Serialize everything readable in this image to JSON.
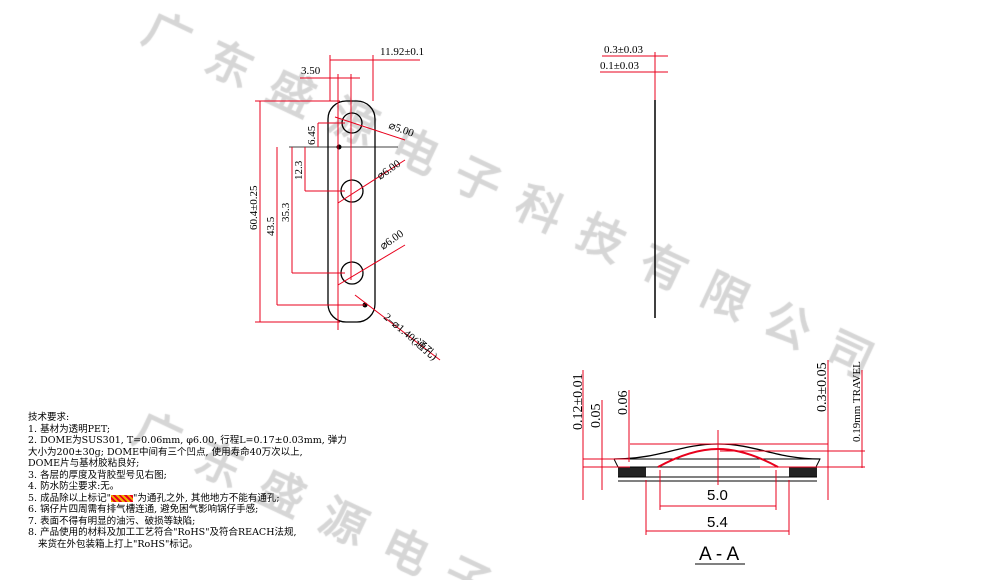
{
  "watermark": {
    "row1": [
      "广",
      "东",
      "盛",
      "源",
      "电",
      "子",
      "科",
      "技",
      "有",
      "限",
      "公",
      "司"
    ],
    "row2": [
      "广",
      "东",
      "盛",
      "源",
      "电",
      "子"
    ]
  },
  "top_view": {
    "width_dim": "11.92±0.1",
    "offset_dim": "3.50",
    "length_dim": "60.4±0.25",
    "dim_43": "43.5",
    "dim_35": "35.3",
    "dim_12": "12.3",
    "dim_6": "6.45",
    "hole1": "⌀5.00",
    "hole2": "⌀6.00",
    "hole3": "⌀6.00",
    "vent": "2–⌀1.40(通孔)"
  },
  "side_view": {
    "total": "0.3±0.03",
    "layer": "0.1±0.03"
  },
  "section": {
    "d1": "0.12±0.01",
    "d2": "0.05",
    "d3": "0.06",
    "d4": "0.3±0.05",
    "travel": "0.19mm TRAVEL",
    "w1": "5.0",
    "w2": "5.4",
    "title": "A - A"
  },
  "notes": {
    "title": "技术要求:",
    "l1": "1. 基材为透明PET;",
    "l2": "2. DOME为SUS301, T=0.06mm, φ6.00, 行程L=0.17±0.03mm, 弹力",
    "l2b": "大小为200±30g; DOME中间有三个凹点, 使用寿命40万次以上,",
    "l2c": "DOME片与基材胶粘良好;",
    "l3": "3. 各层的厚度及背胶型号见右图;",
    "l4": "4. 防水防尘要求:无。",
    "l5a": "5. 成品除以上标记\"",
    "l5b": "\"为通孔之外, 其他地方不能有通孔;",
    "l6": "6. 锅仔片四周需有排气槽连通, 避免困气影响锅仔手感;",
    "l7": "7. 表面不得有明显的油污、破损等缺陷;",
    "l8": "8. 产品使用的材料及加工工艺符合\"RoHS\"及符合REACH法规,",
    "l8b": "来货在外包装箱上打上\"RoHS\"标记。"
  }
}
